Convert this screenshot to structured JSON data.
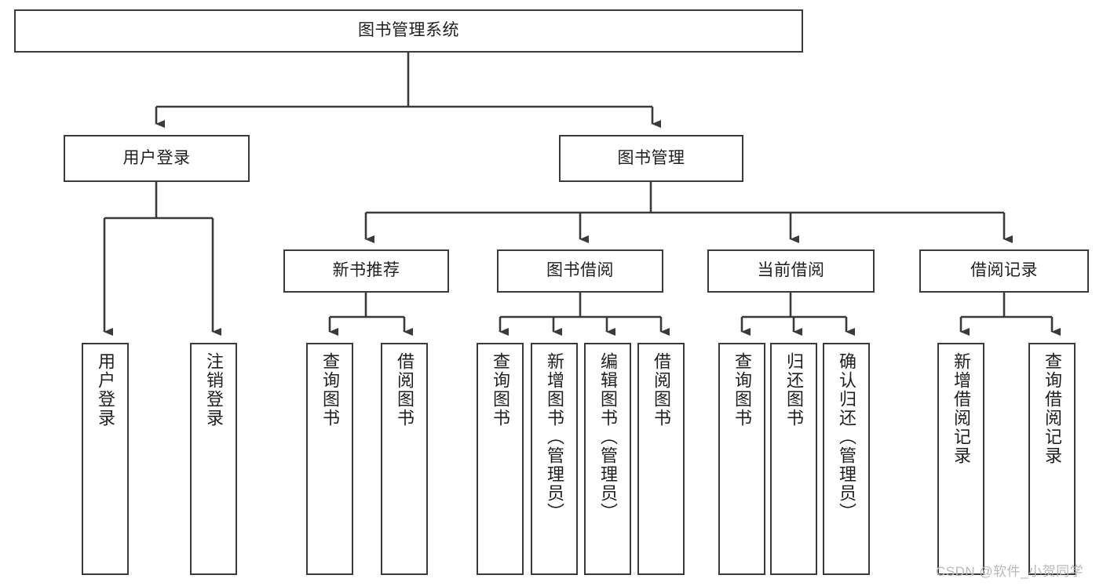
{
  "diagram": {
    "title": "图书管理系统",
    "type": "tree-hierarchy-chart",
    "orientation": "top-down",
    "style": {
      "box_border_color": "#3a3a3a",
      "box_fill_color": "#ffffff",
      "connector_color": "#3a3a3a",
      "background": "#ffffff",
      "text_color": "#1f1f1f"
    },
    "nodes": {
      "root": {
        "label": "图书管理系统",
        "level": 0,
        "orientation": "horizontal"
      },
      "l1": [
        {
          "id": "user-login",
          "label": "用户登录",
          "level": 1,
          "orientation": "horizontal"
        },
        {
          "id": "book-manage",
          "label": "图书管理",
          "level": 1,
          "orientation": "horizontal"
        }
      ],
      "l2": [
        {
          "id": "new-book-recommend",
          "label": "新书推荐",
          "level": 2,
          "orientation": "horizontal",
          "parent": "book-manage"
        },
        {
          "id": "book-borrow",
          "label": "图书借阅",
          "level": 2,
          "orientation": "horizontal",
          "parent": "book-manage"
        },
        {
          "id": "current-borrow",
          "label": "当前借阅",
          "level": 2,
          "orientation": "horizontal",
          "parent": "book-manage"
        },
        {
          "id": "borrow-record",
          "label": "借阅记录",
          "level": 2,
          "orientation": "horizontal",
          "parent": "book-manage"
        }
      ],
      "leaves": [
        {
          "id": "leaf-user-login",
          "label": "用户登录",
          "parent": "user-login"
        },
        {
          "id": "leaf-user-logout",
          "label": "注销登录",
          "parent": "user-login"
        },
        {
          "id": "leaf-query-book-1",
          "label": "查询图书",
          "parent": "new-book-recommend"
        },
        {
          "id": "leaf-borrow-book-1",
          "label": "借阅图书",
          "parent": "new-book-recommend"
        },
        {
          "id": "leaf-query-book-2",
          "label": "查询图书",
          "parent": "book-borrow"
        },
        {
          "id": "leaf-add-book",
          "label": "新增图书（管理员）",
          "parent": "book-borrow"
        },
        {
          "id": "leaf-edit-book",
          "label": "编辑图书（管理员）",
          "parent": "book-borrow"
        },
        {
          "id": "leaf-borrow-book-2",
          "label": "借阅图书",
          "parent": "book-borrow"
        },
        {
          "id": "leaf-query-book-3",
          "label": "查询图书",
          "parent": "current-borrow"
        },
        {
          "id": "leaf-return-book",
          "label": "归还图书",
          "parent": "current-borrow"
        },
        {
          "id": "leaf-confirm-return",
          "label": "确认归还（管理员）",
          "parent": "current-borrow"
        },
        {
          "id": "leaf-add-record",
          "label": "新增借阅记录",
          "parent": "borrow-record"
        },
        {
          "id": "leaf-query-record",
          "label": "查询借阅记录",
          "parent": "borrow-record"
        }
      ]
    }
  },
  "watermark": {
    "text": "CSDN @软件_小贺同学"
  }
}
